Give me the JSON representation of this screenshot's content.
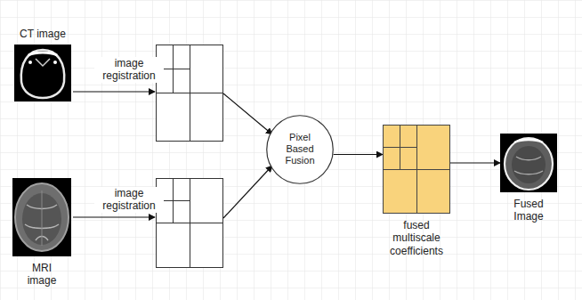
{
  "diagram": {
    "nodes": [
      {
        "text": [
          "CT image"
        ]
      },
      {
        "text": [
          "MRI image"
        ]
      },
      {
        "text": [
          "Pixel Based Fusion"
        ]
      },
      {
        "text": [
          "fused multiscale coefficients"
        ]
      },
      {
        "text": [
          "Fused Image"
        ]
      }
    ],
    "edges": [
      {
        "from": 2,
        "to": 3,
        "arrow": "to"
      },
      {
        "from": 3,
        "to": 4,
        "arrow": "to"
      }
    ],
    "labels": [
      "image registration",
      "image registration"
    ]
  }
}
